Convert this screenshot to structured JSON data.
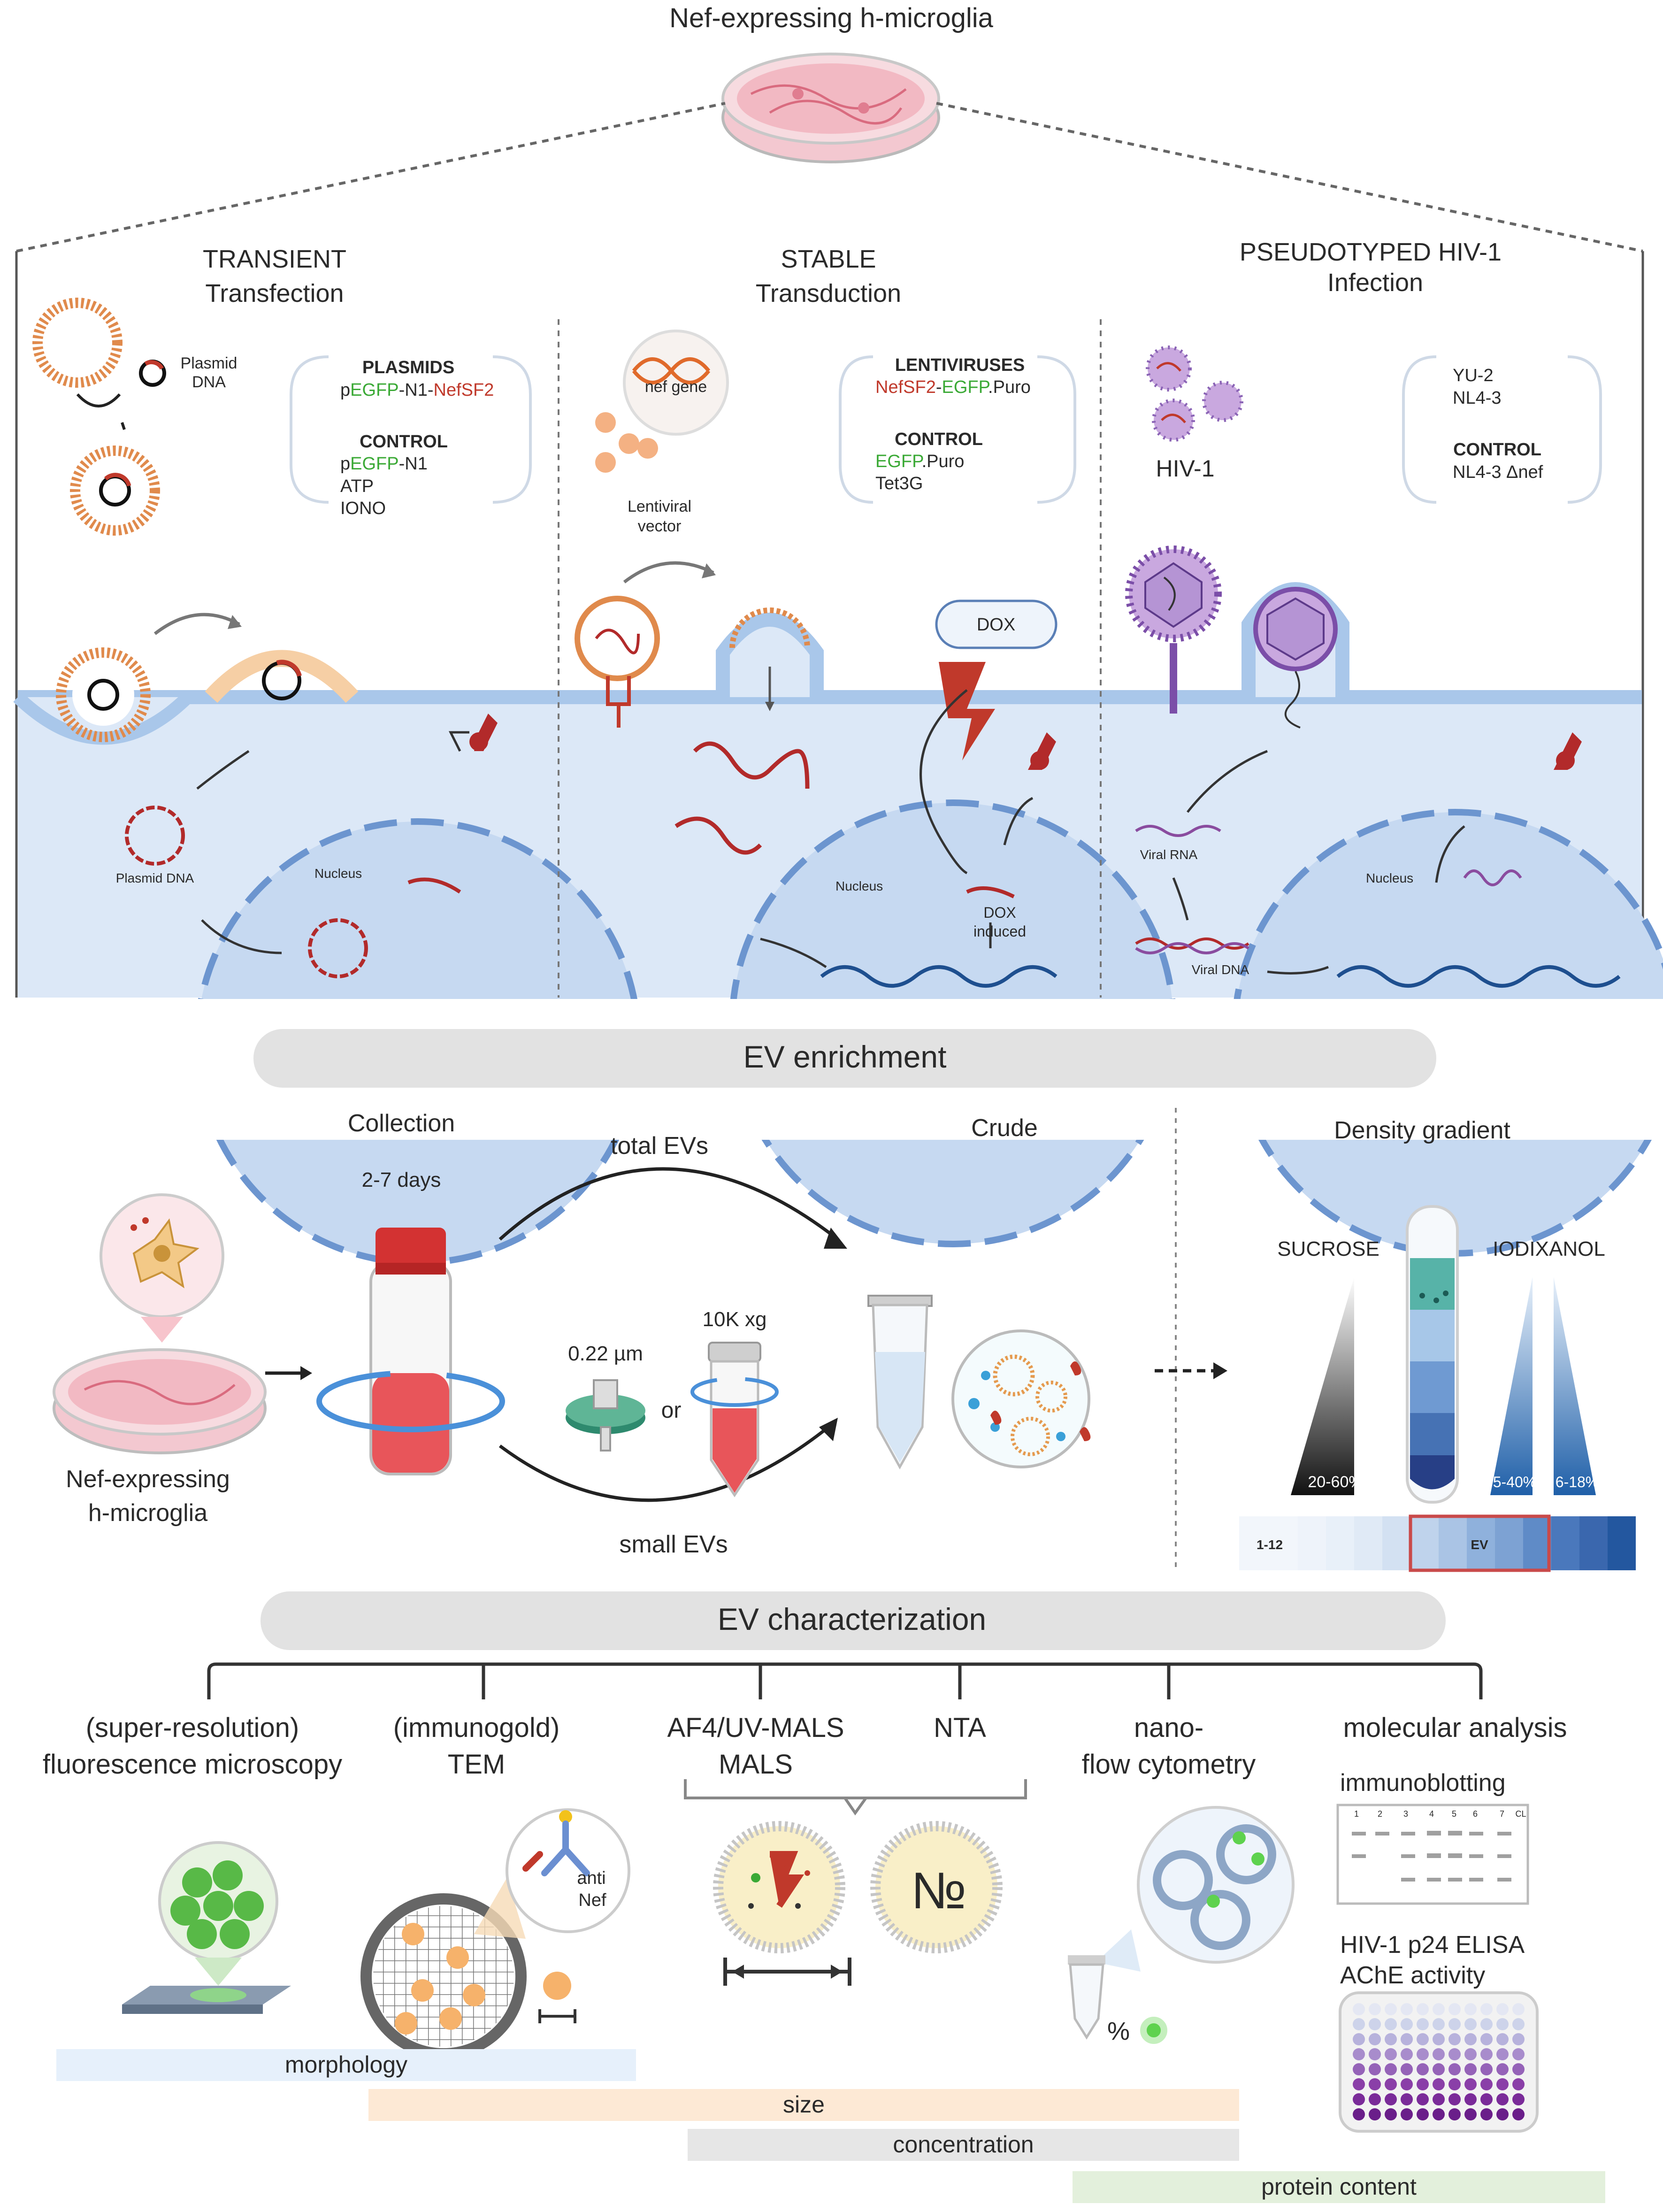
{
  "top": {
    "title": "Nef-expressing h-microglia",
    "panels": {
      "transient": {
        "title": "TRANSIENT",
        "subtitle": "Transfection",
        "plasmid_label": [
          "Plasmid",
          "DNA"
        ],
        "box_heading": "PLASMIDS",
        "construct_parts": [
          "p",
          "EGFP",
          "-N1-",
          "NefSF2"
        ],
        "control_heading": "CONTROL",
        "control_parts": [
          "p",
          "EGFP",
          "-N1"
        ],
        "controls_extra": [
          "ATP",
          "IONO"
        ],
        "plasmid_dna": "Plasmid DNA",
        "nucleus": "Nucleus"
      },
      "stable": {
        "title": "STABLE",
        "subtitle": "Transduction",
        "nef_gene": "nef gene",
        "vector_label": [
          "Lentiviral",
          "vector"
        ],
        "box_heading": "LENTIVIRUSES",
        "construct_parts": [
          "NefSF2",
          "-",
          "EGFP",
          ".Puro"
        ],
        "control_heading": "CONTROL",
        "control_parts": [
          "EGFP",
          ".Puro"
        ],
        "controls_extra": [
          "Tet3G"
        ],
        "dox": "DOX",
        "dox_induced": [
          "DOX",
          "induced"
        ],
        "nucleus": "Nucleus"
      },
      "pseudotyped": {
        "title": "PSEUDOTYPED HIV-1",
        "subtitle": "Infection",
        "virus_label": "HIV-1",
        "strains": [
          "YU-2",
          "NL4-3"
        ],
        "control_heading": "CONTROL",
        "control": "NL4-3 Δnef",
        "viral_rna": "Viral RNA",
        "viral_dna": "Viral DNA",
        "nucleus": "Nucleus"
      }
    }
  },
  "enrichment": {
    "banner": "EV enrichment",
    "collection": "Collection",
    "days": "2-7 days",
    "total_evs": "total EVs",
    "small_evs": "small EVs",
    "filter": "0.22 µm",
    "or": "or",
    "spin": "10K xg",
    "crude": "Crude",
    "density": "Density gradient",
    "sucrose": "SUCROSE",
    "sucrose_range": "20-60%",
    "iodixanol": "IODIXANOL",
    "iodixanol_range_1": "5-40%",
    "iodixanol_range_2": "6-18%",
    "source_label": [
      "Nef-expressing",
      "h-microglia"
    ],
    "fractions_label": "1-12",
    "ev_fraction": "EV"
  },
  "characterization": {
    "banner": "EV characterization",
    "methods": [
      {
        "lines": [
          "(super-resolution)",
          "fluorescence  microscopy"
        ]
      },
      {
        "lines": [
          "(immunogold)",
          "TEM"
        ]
      },
      {
        "lines": [
          "AF4/UV-MALS",
          "MALS"
        ]
      },
      {
        "lines": [
          "NTA"
        ]
      },
      {
        "lines": [
          "nano-",
          "flow cytometry"
        ]
      },
      {
        "lines": [
          "molecular analysis"
        ]
      }
    ],
    "immunoblotting": "immunoblotting",
    "lanes": [
      "1",
      "2",
      "3",
      "4",
      "5",
      "6",
      "7",
      "CL"
    ],
    "elisa": "HIV-1 p24 ELISA",
    "ache": "AChE activity",
    "anti_nef": [
      "anti",
      "Nef"
    ],
    "nta_symbol": "№",
    "percent": "%",
    "bars": [
      {
        "label": "morphology",
        "color": "#e6f0fb"
      },
      {
        "label": "size",
        "color": "#fde9d5"
      },
      {
        "label": "concentration",
        "color": "#e6e6e6"
      },
      {
        "label": "protein content",
        "color": "#e3f0dc"
      }
    ]
  },
  "colors": {
    "cell_blue": "#dce8f7",
    "nucleus_blue": "#c6d9f1",
    "membrane_blue": "#a9c7ea",
    "dna_red": "#b22a2a",
    "nef_red": "#c0392b",
    "egfp_green": "#3aa935",
    "banner_gray": "#e2e2e2",
    "hiv_purple": "#8a63b5"
  }
}
